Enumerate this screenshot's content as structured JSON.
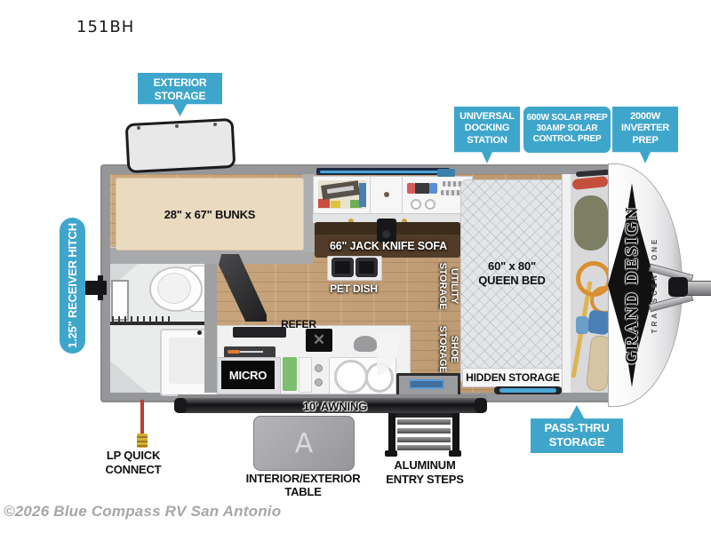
{
  "title": "151BH",
  "watermark": "©2026 Blue Compass RV San Antonio",
  "colors": {
    "callout_cyan": "#3fa6cb",
    "wall_gray": "#96979a",
    "floor_wood": "#c8a47c",
    "bunk_beige": "#eadabf",
    "sofa_brown": "#503c28",
    "bed_gray": "#e3e5e6",
    "accent_blue": "#4aa7d8"
  },
  "callouts": {
    "exterior_storage": {
      "lines": [
        "EXTERIOR",
        "STORAGE"
      ]
    },
    "universal_docking_station": {
      "lines": [
        "UNIVERSAL",
        "DOCKING",
        "STATION"
      ]
    },
    "solar_prep": {
      "lines": [
        "600W SOLAR PREP",
        "30AMP SOLAR",
        "CONTROL PREP"
      ]
    },
    "inverter_prep": {
      "lines": [
        "2000W",
        "INVERTER",
        "PREP"
      ]
    },
    "receiver_hitch": {
      "label": "1.25\" RECEIVER HITCH"
    },
    "pass_thru_storage": {
      "lines": [
        "PASS-THRU",
        "STORAGE"
      ]
    }
  },
  "interior": {
    "bunks": "28\" x 67\" BUNKS",
    "sofa": "66\" JACK KNIFE SOFA",
    "pet_dish": "PET DISH",
    "utility_storage": {
      "lines": [
        "UTILITY",
        "STORAGE"
      ]
    },
    "shoe_storage": {
      "lines": [
        "SHOE",
        "STORAGE"
      ]
    },
    "queen_bed": {
      "lines": [
        "60\" x 80\"",
        "QUEEN BED"
      ]
    },
    "hidden_storage": "HIDDEN STORAGE",
    "refer": "REFER",
    "micro": "MICRO",
    "awning": "10' AWNING"
  },
  "exterior": {
    "lp_quick_connect": {
      "lines": [
        "LP QUICK",
        "CONNECT"
      ]
    },
    "table_label": "INTERIOR/EXTERIOR TABLE",
    "steps_label": {
      "lines": [
        "ALUMINUM",
        "ENTRY STEPS"
      ]
    }
  },
  "brand": {
    "name": "GRAND DESIGN",
    "series": "TRANSCEND ONE"
  }
}
